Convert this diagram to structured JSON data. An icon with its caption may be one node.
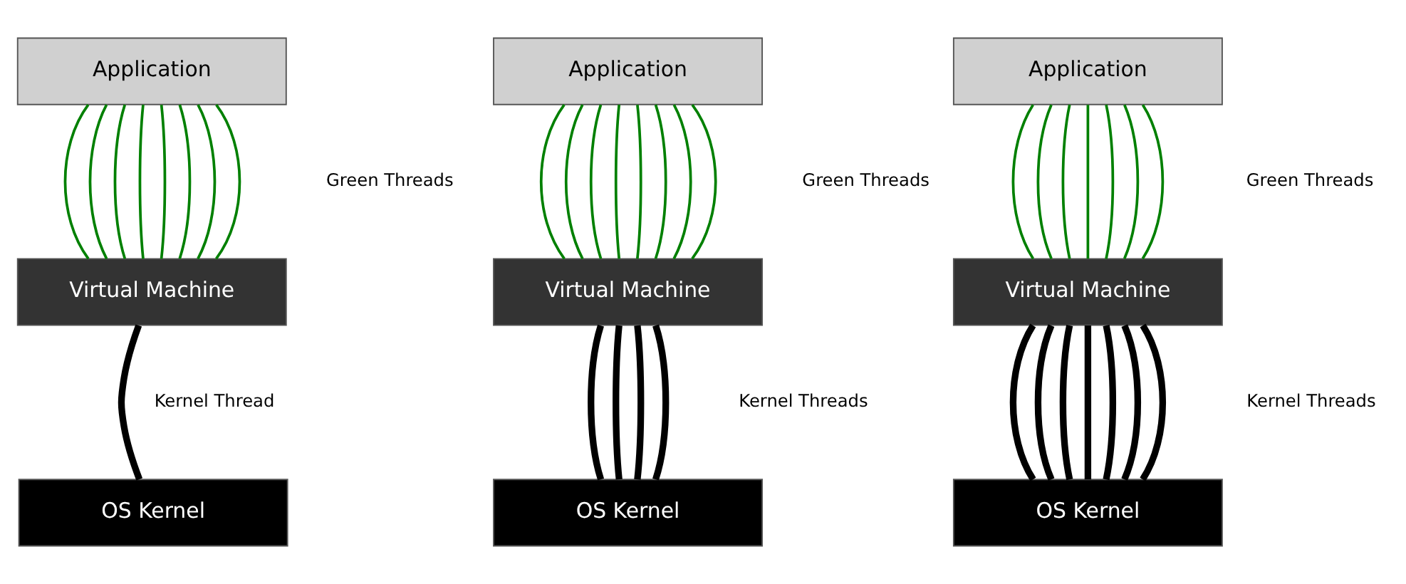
{
  "diagram": {
    "nodes": [
      {
        "text": [
          "Application"
        ]
      },
      {
        "text": [
          "Virtual Machine"
        ]
      },
      {
        "text": [
          "OS Kernel"
        ]
      },
      {
        "text": [
          "Application"
        ]
      },
      {
        "text": [
          "Virtual Machine"
        ]
      },
      {
        "text": [
          "OS Kernel"
        ]
      },
      {
        "text": [
          "Application"
        ]
      },
      {
        "text": [
          "Virtual Machine"
        ]
      },
      {
        "text": [
          "OS Kernel"
        ]
      }
    ],
    "edges": [
      {
        "from": 0,
        "to": 1,
        "arrow": "none"
      },
      {
        "from": 0,
        "to": 1,
        "arrow": "none"
      },
      {
        "from": 0,
        "to": 1,
        "arrow": "none"
      },
      {
        "from": 0,
        "to": 1,
        "arrow": "none"
      },
      {
        "from": 0,
        "to": 1,
        "arrow": "none"
      },
      {
        "from": 0,
        "to": 1,
        "arrow": "none"
      },
      {
        "from": 0,
        "to": 1,
        "arrow": "none"
      },
      {
        "from": 0,
        "to": 1,
        "arrow": "none"
      },
      {
        "from": 1,
        "to": 2,
        "arrow": "none",
        "style": "thick",
        "color": "#000000"
      },
      {
        "from": 3,
        "to": 4,
        "arrow": "none"
      },
      {
        "from": 3,
        "to": 4,
        "arrow": "none"
      },
      {
        "from": 3,
        "to": 4,
        "arrow": "none"
      },
      {
        "from": 3,
        "to": 4,
        "arrow": "none"
      },
      {
        "from": 3,
        "to": 4,
        "arrow": "none"
      },
      {
        "from": 3,
        "to": 4,
        "arrow": "none"
      },
      {
        "from": 3,
        "to": 4,
        "arrow": "none"
      },
      {
        "from": 3,
        "to": 4,
        "arrow": "none"
      },
      {
        "from": 4,
        "to": 5,
        "arrow": "none",
        "style": "thick",
        "color": "#000000"
      },
      {
        "from": 4,
        "to": 5,
        "arrow": "none",
        "style": "thick",
        "color": "#000000"
      },
      {
        "from": 4,
        "to": 5,
        "arrow": "none",
        "style": "thick",
        "color": "#000000"
      },
      {
        "from": 4,
        "to": 5,
        "arrow": "none",
        "style": "thick",
        "color": "#000000"
      },
      {
        "from": 6,
        "to": 7,
        "arrow": "none"
      },
      {
        "from": 6,
        "to": 7,
        "arrow": "none"
      },
      {
        "from": 6,
        "to": 7,
        "arrow": "none"
      },
      {
        "from": 6,
        "to": 7,
        "arrow": "none"
      },
      {
        "from": 6,
        "to": 7,
        "arrow": "none"
      },
      {
        "from": 6,
        "to": 7,
        "arrow": "none"
      },
      {
        "from": 6,
        "to": 7,
        "arrow": "none"
      },
      {
        "from": 7,
        "to": 8,
        "arrow": "none",
        "style": "thick",
        "color": "#000000"
      },
      {
        "from": 7,
        "to": 8,
        "arrow": "none",
        "style": "thick",
        "color": "#000000"
      },
      {
        "from": 7,
        "to": 8,
        "arrow": "none",
        "style": "thick",
        "color": "#000000"
      },
      {
        "from": 7,
        "to": 8,
        "arrow": "none",
        "style": "thick",
        "color": "#000000"
      },
      {
        "from": 7,
        "to": 8,
        "arrow": "none",
        "style": "thick",
        "color": "#000000"
      },
      {
        "from": 7,
        "to": 8,
        "arrow": "none",
        "style": "thick",
        "color": "#000000"
      },
      {
        "from": 7,
        "to": 8,
        "arrow": "none",
        "style": "thick",
        "color": "#000000"
      }
    ],
    "labels": [
      "Green Threads",
      "Green Threads",
      "Green Threads",
      "Kernel Thread",
      "Kernel Threads",
      "Kernel Threads"
    ]
  }
}
